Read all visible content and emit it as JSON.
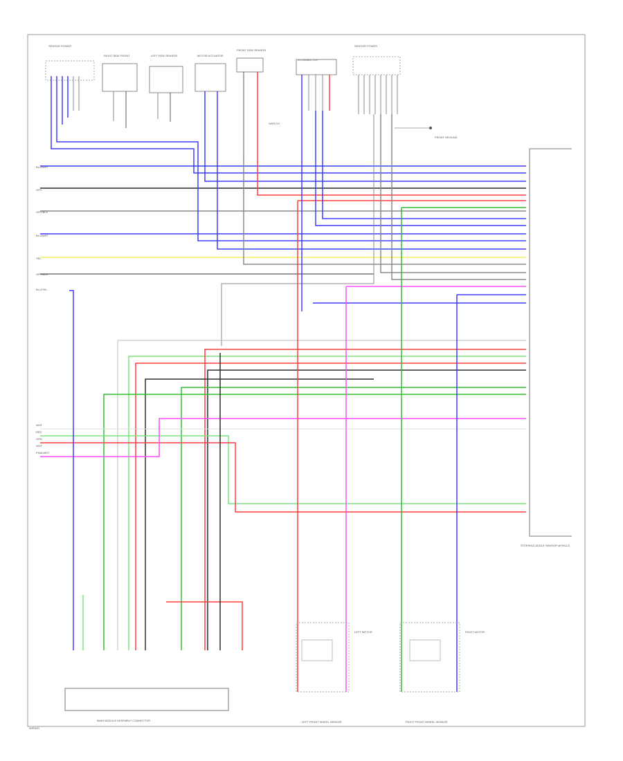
{
  "footer": {
    "code": "WIRING"
  },
  "left_wire_labels": [
    "BLU/WHT",
    "GRY",
    "GRY/BLK",
    "BLU/WHT",
    "YEL",
    "GRY/BLK",
    "BLU/YEL"
  ],
  "left_mid_labels": [
    "WHT",
    "RED",
    "GRN",
    "WHT",
    "PINK/WHT"
  ],
  "connectors_top": {
    "c1": "SENSOR POWER",
    "c2": "RIGHT SIDE FRONT",
    "c3": "LEFT SIDE SENSOR",
    "c4": "MOTOR ACTUATOR",
    "c5": "FRONT SIDE SENSOR",
    "c6": "A CONNECTOR",
    "c7": "SENSOR POWER"
  },
  "ground_label": "FRONT GROUND",
  "module_label": "STEERING ANGLE SENSOR MODULE",
  "bottom_module_label": "MAIN MODULE ASSEMBLY CONNECTOR",
  "left_front_motor": "LEFT FRONT WHEEL SENSOR",
  "right_front_motor": "RIGHT FRONT WHEEL SENSOR",
  "left_motor_side": "LEFT MOTOR",
  "right_motor_side": "RIGHT MOTOR",
  "switch_label": "SWITCH",
  "colors": {
    "blue": "#3b3bff",
    "red": "#ff3b3b",
    "green": "#2fbf2f",
    "pink": "#ff4dff",
    "yellow": "#f2ee60",
    "gray": "#8a8a8a",
    "black": "#2c2c2c",
    "lightgreen": "#7be07b"
  }
}
